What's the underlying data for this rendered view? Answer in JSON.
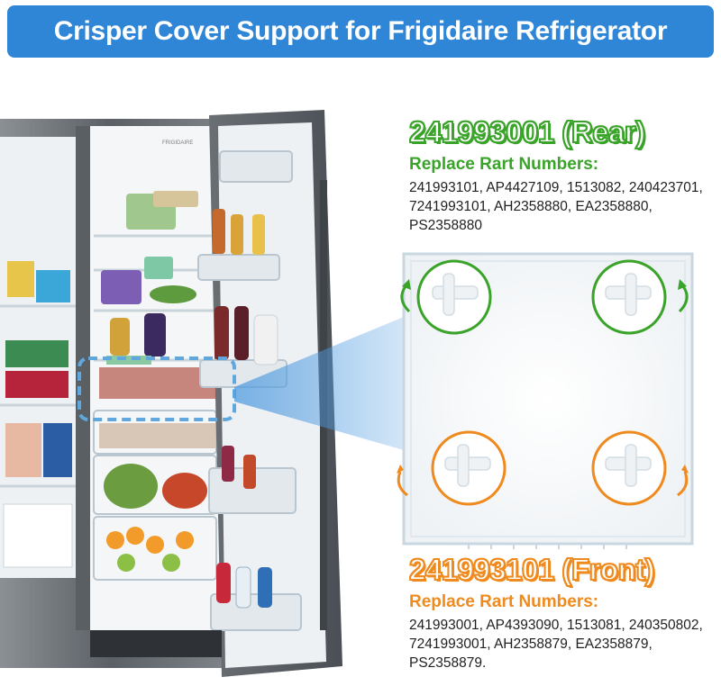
{
  "banner": {
    "title": "Crisper Cover Support for Frigidaire Refrigerator"
  },
  "rear": {
    "part_number": "241993001 (Rear)",
    "replace_label": "Replace Rart Numbers:",
    "replace_list": "241993101, AP4427109, 1513082, 240423701, 7241993101, AH2358880, EA2358880, PS2358880",
    "color": "#3aa329"
  },
  "front": {
    "part_number": "241993101 (Front)",
    "replace_label": "Replace Rart Numbers:",
    "replace_list": "241993001, AP4393090, 1513081, 240350802, 7241993001, AH2358879, EA2358879, PS2358879.",
    "color": "#ef8a1e"
  },
  "fridge_brand": "FRIGIDAIRE",
  "colors": {
    "banner": "#2f86d6",
    "highlight": "#5fa7dd",
    "steel": "#6d7378"
  }
}
